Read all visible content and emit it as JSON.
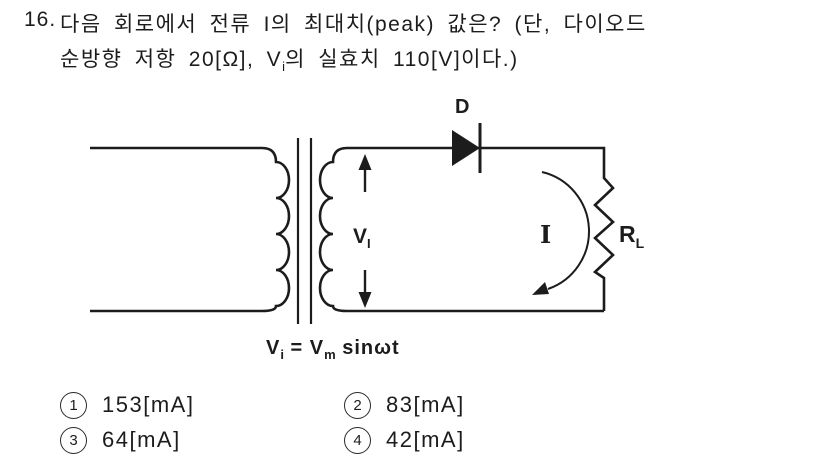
{
  "colors": {
    "ink": "#1c1c1c",
    "paper": "#ffffff"
  },
  "question": {
    "number": "16.",
    "line1": "다음 회로에서 전류 I의 최대치(peak) 값은? (단, 다이오드",
    "line2_pre": "순방향 저항 20[Ω], V",
    "line2_sub": "i",
    "line2_post": "의 실효치 110[V]이다.)"
  },
  "circuit": {
    "diode_label": "D",
    "input_voltage_label": "V",
    "input_voltage_sub": "I",
    "current_label": "I",
    "load_label": "R",
    "load_sub": "L"
  },
  "formula": {
    "lhs_base": "V",
    "lhs_sub": "i",
    "mid": " = V",
    "mid_sub": "m",
    "tail": " sinωt"
  },
  "choices": [
    {
      "num": "1",
      "label": "153[mA]"
    },
    {
      "num": "2",
      "label": "83[mA]"
    },
    {
      "num": "3",
      "label": "64[mA]"
    },
    {
      "num": "4",
      "label": "42[mA]"
    }
  ]
}
